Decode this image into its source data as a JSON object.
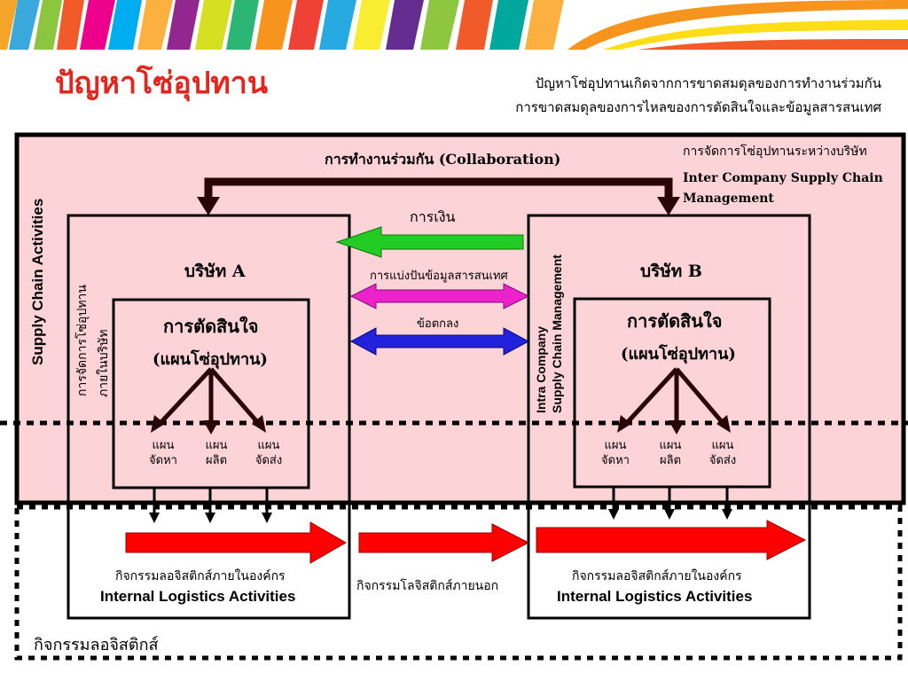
{
  "slide": {
    "title": "ปัญหาโซ่อุปทาน",
    "subtitle_line1": "ปัญหาโซ่อุปทานเกิดจากการขาดสมดุลของการทำงานร่วมกัน",
    "subtitle_line2": "การขาดสมดุลของการไหลของการตัดสินใจและข้อมูลสารสนเทศ"
  },
  "diagram": {
    "collaboration_label": "การทำงานร่วมกัน (Collaboration)",
    "inter_company_th": "การจัดการโซ่อุปทานระหว่างบริษัท",
    "inter_company_en_1": "Inter Company Supply Chain",
    "inter_company_en_2": "Management",
    "supply_chain_activities": "Supply Chain Activities",
    "intra_company_th_1": "การจัดการโซ่อุปทาน",
    "intra_company_th_2": "ภายในบริษัท",
    "intra_company_en_1": "Intra Company",
    "intra_company_en_2": "Supply Chain Management",
    "company_a": "บริษัท A",
    "company_b": "บริษัท B",
    "decision": "การตัดสินใจ",
    "decision_sub": "(แผนโซ่อุปทาน)",
    "money": "การเงิน",
    "info_sharing": "การแบ่งปันข้อมูลสารสนเทศ",
    "agreement": "ข้อตกลง",
    "plans": [
      {
        "l1": "แผน",
        "l2": "จัดหา"
      },
      {
        "l1": "แผน",
        "l2": "ผลิต"
      },
      {
        "l1": "แผน",
        "l2": "จัดส่ง"
      }
    ],
    "internal_logistics_th": "กิจกรรมลอจิสติกส์ภายในองค์กร",
    "internal_logistics_en": "Internal Logistics Activities",
    "external_logistics_th": "กิจกรรมโลจิสติกส์ภายนอก",
    "logistics_activities": "กิจกรรมลอจิสติกส์",
    "colors": {
      "title_red": "#e8231c",
      "pink_bg": "#fcd3d7",
      "green_arrow": "#22cc22",
      "magenta_arrow": "#ee22cc",
      "blue_arrow": "#2222dd",
      "red_arrow": "#ff0000",
      "dark_arrow": "#2a0505"
    }
  }
}
